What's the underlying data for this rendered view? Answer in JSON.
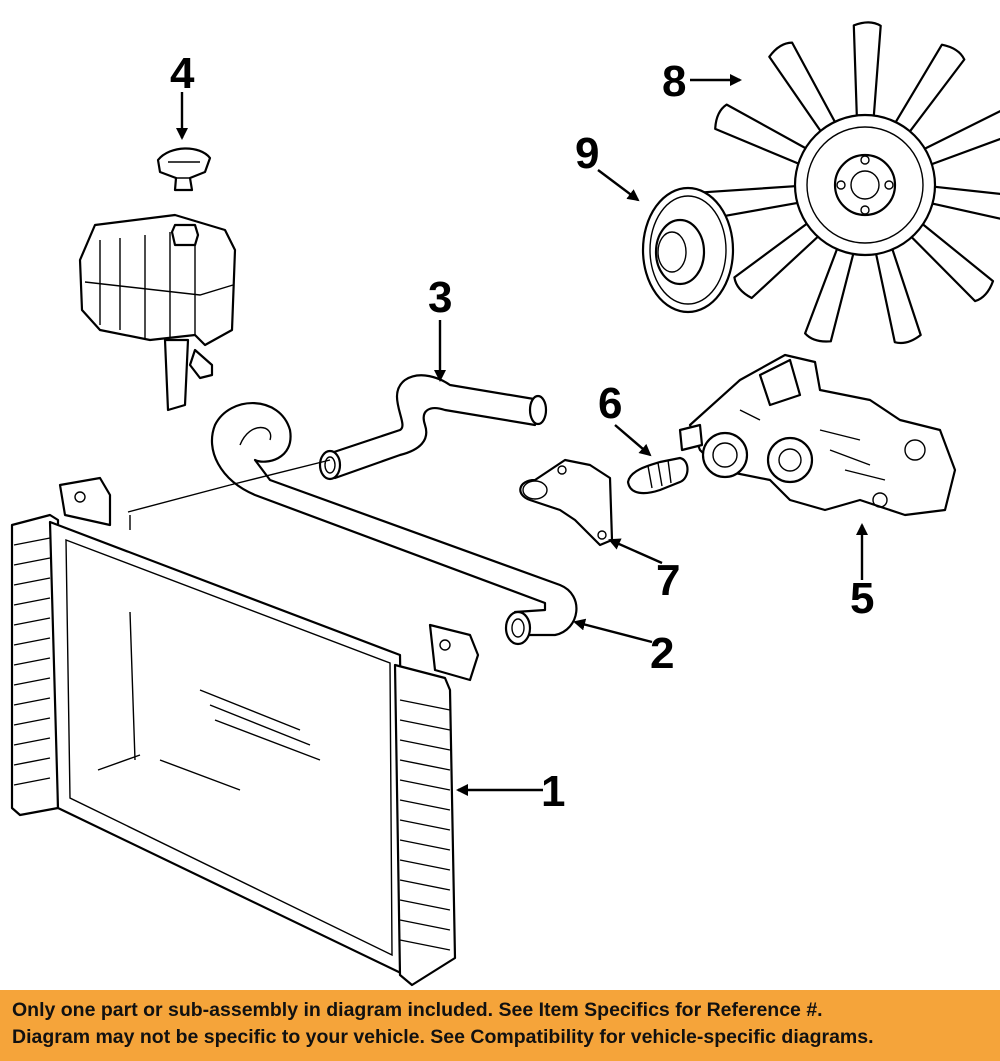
{
  "callouts": {
    "c1": "1",
    "c2": "2",
    "c3": "3",
    "c4": "4",
    "c5": "5",
    "c6": "6",
    "c7": "7",
    "c8": "8",
    "c9": "9"
  },
  "banner": {
    "line1": "Only one part or sub-assembly in diagram included. See Item Specifics for Reference #.",
    "line2": "Diagram may not be specific to your vehicle. See Compatibility for vehicle-specific diagrams."
  },
  "colors": {
    "banner_bg": "#f5a43a",
    "line": "#000000",
    "background": "#ffffff"
  }
}
